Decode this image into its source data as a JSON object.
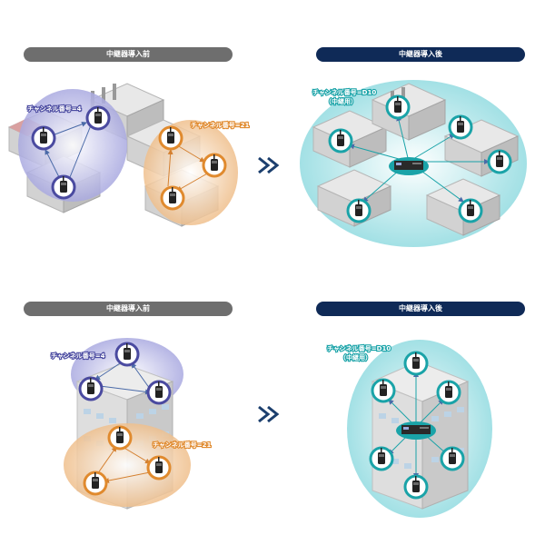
{
  "panels": {
    "top_before": {
      "heading": "中継器導入前",
      "channel_a": "チャンネル番号=4",
      "channel_b": "チャンネル番号=21"
    },
    "top_after": {
      "heading": "中継器導入後",
      "channel_line1": "チャンネル番号=D10",
      "channel_line2": "（中継用）"
    },
    "bottom_before": {
      "heading": "中継器導入前",
      "channel_a": "チャンネル番号=4",
      "channel_b": "チャンネル番号=21"
    },
    "bottom_after": {
      "heading": "中継器導入後",
      "channel_line1": "チャンネル番号=D10",
      "channel_line2": "（中継用）"
    }
  },
  "colors": {
    "purple_zone": "#b8b8e6",
    "orange_zone": "#f2c79a",
    "cyan_zone": "#a9e3e6",
    "radio_circle_before_a": "#4a4aa0",
    "radio_circle_before_b": "#e08a2e",
    "radio_circle_after": "#1aa3a8",
    "arrow": "#1c3f6e"
  }
}
